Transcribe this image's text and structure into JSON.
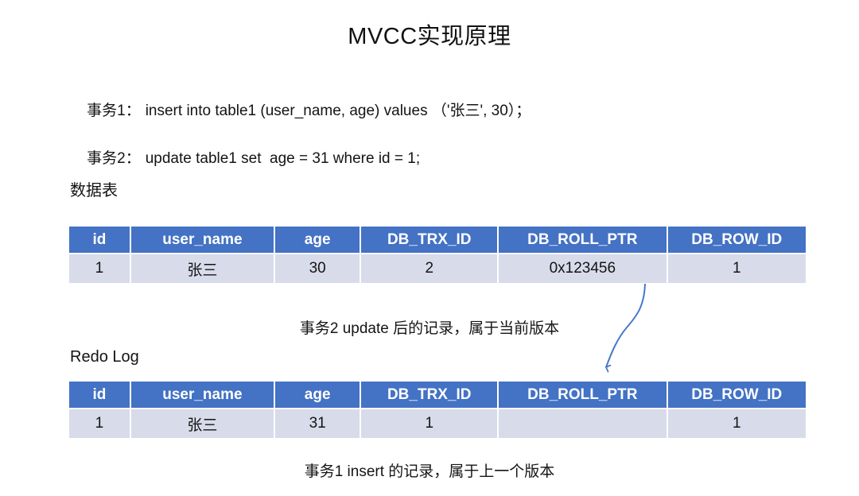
{
  "page": {
    "title": "MVCC实现原理"
  },
  "transactions": [
    {
      "label": "事务1：",
      "sql": "insert into table1 (user_name, age) values （'张三', 30）；"
    },
    {
      "label": "事务2：",
      "sql": "update table1 set  age = 31 where id = 1;"
    }
  ],
  "data_table": {
    "label": "数据表",
    "headers": [
      "id",
      "user_name",
      "age",
      "DB_TRX_ID",
      "DB_ROLL_PTR",
      "DB_ROW_ID"
    ],
    "row": [
      "1",
      "张三",
      "30",
      "2",
      "0x123456",
      "1"
    ],
    "caption": "事务2 update 后的记录，属于当前版本"
  },
  "redo_log_table": {
    "label": "Redo Log",
    "headers": [
      "id",
      "user_name",
      "age",
      "DB_TRX_ID",
      "DB_ROLL_PTR",
      "DB_ROW_ID"
    ],
    "row": [
      "1",
      "张三",
      "31",
      "1",
      "",
      "1"
    ],
    "caption": "事务1 insert 的记录，属于上一个版本"
  },
  "colors": {
    "table_header_bg": "#4472C4",
    "table_row_bg": "#D8DBEA",
    "arrow": "#4878C8"
  }
}
